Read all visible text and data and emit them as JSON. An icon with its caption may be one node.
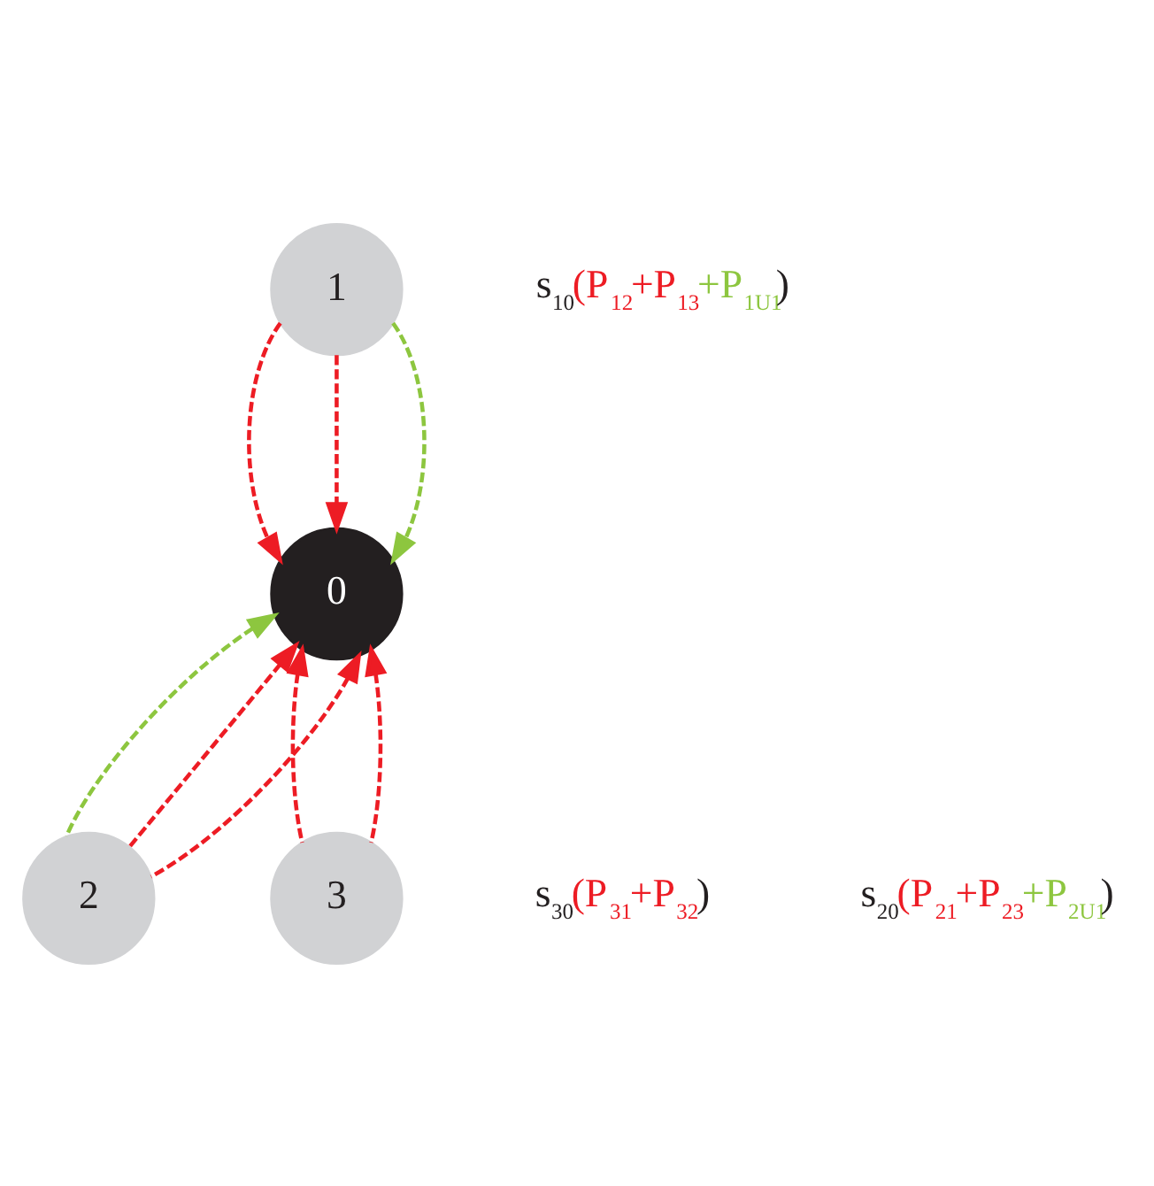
{
  "diagram": {
    "nodes": [
      {
        "text": [
          "0"
        ]
      },
      {
        "text": [
          "1"
        ]
      },
      {
        "text": [
          "2"
        ]
      },
      {
        "text": [
          "3"
        ]
      }
    ],
    "edges": [
      {
        "from": 1,
        "to": 0,
        "arrow": "to",
        "style": "dashed"
      },
      {
        "from": 1,
        "to": 0,
        "arrow": "to",
        "style": "dashed"
      },
      {
        "from": 1,
        "to": 0,
        "arrow": "to",
        "style": "dashed",
        "color": "#8dc63f"
      },
      {
        "from": 2,
        "to": 0,
        "arrow": "to",
        "style": "dashed",
        "color": "#8dc63f"
      },
      {
        "from": 2,
        "to": 0,
        "arrow": "to",
        "style": "dashed"
      },
      {
        "from": 2,
        "to": 0,
        "arrow": "to",
        "style": "dashed"
      },
      {
        "from": 3,
        "to": 0,
        "arrow": "to",
        "style": "dashed"
      },
      {
        "from": 3,
        "to": 0,
        "arrow": "to",
        "style": "dashed"
      }
    ],
    "labels": [
      "s$_{10}$(P$_{12}$+P$_{13}$+P$_{1U1}$)",
      "s$_{30}$(P$_{31}$+P$_{32}$)",
      "s$_{20}$(P$_{21}$+P$_{23}$+P$_{2U1}$)"
    ]
  }
}
